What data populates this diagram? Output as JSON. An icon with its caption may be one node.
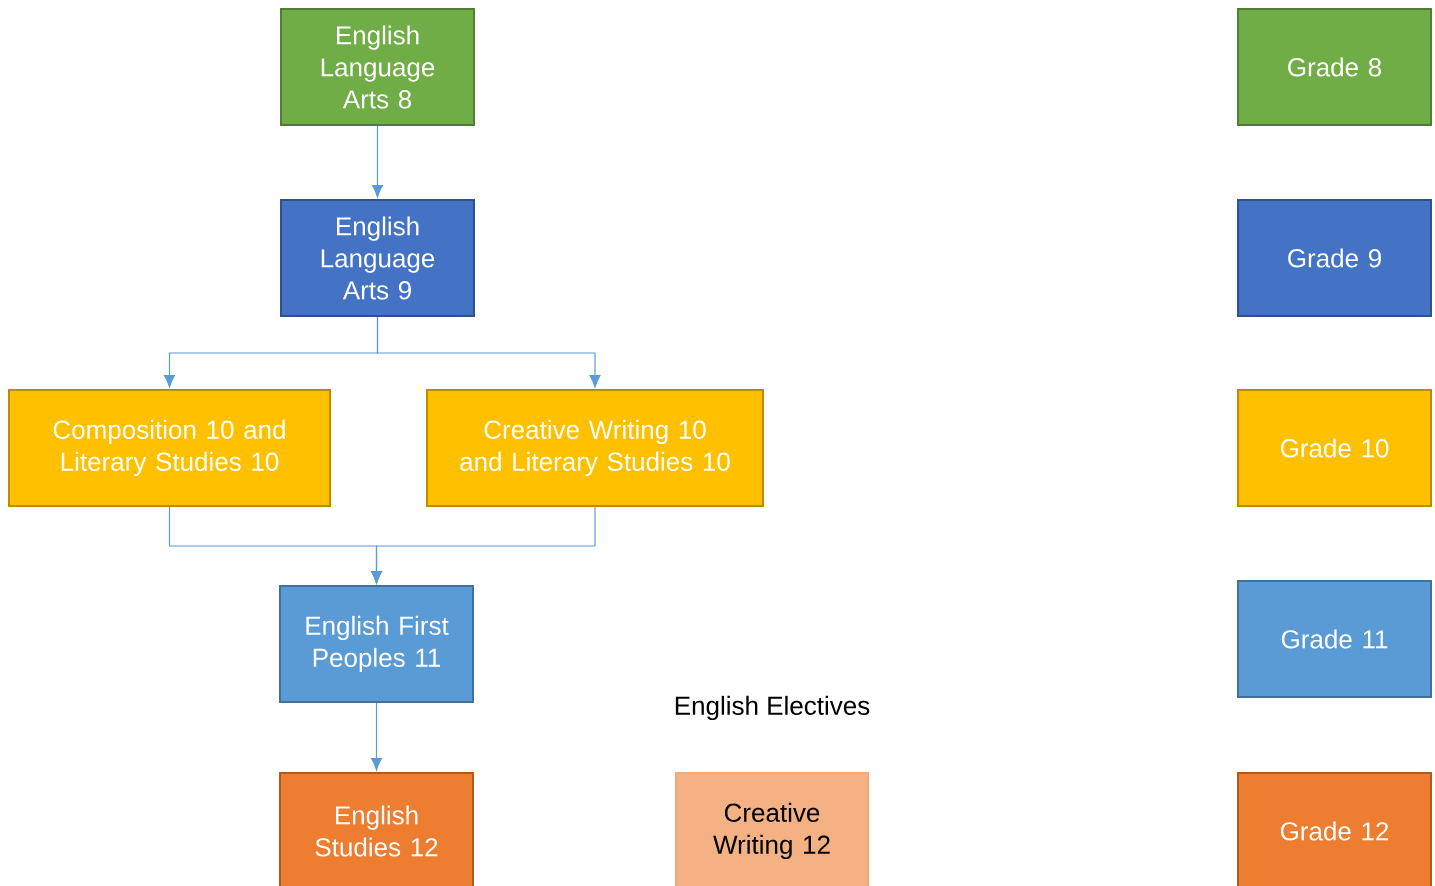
{
  "diagram": {
    "nodes": [
      {
        "text": [
          "English Language Arts 8"
        ]
      },
      {
        "text": [
          "English Language Arts 9"
        ]
      },
      {
        "text": [
          "Composition 10 and Literary Studies 10"
        ]
      },
      {
        "text": [
          "Creative Writing 10 and Literary Studies 10"
        ]
      },
      {
        "text": [
          "English First Peoples 11"
        ]
      },
      {
        "text": [
          "English Studies 12"
        ]
      },
      {
        "text": [
          "Creative Writing 12"
        ]
      },
      {
        "text": [
          "Grade 8"
        ]
      },
      {
        "text": [
          "Grade 9"
        ]
      },
      {
        "text": [
          "Grade 10"
        ]
      },
      {
        "text": [
          "Grade 11"
        ]
      },
      {
        "text": [
          "Grade 12"
        ]
      }
    ],
    "edges": [
      {
        "from": 0,
        "to": 1,
        "arrow": "to"
      },
      {
        "from": 1,
        "to": 2,
        "arrow": "to"
      },
      {
        "from": 1,
        "to": 3,
        "arrow": "to"
      },
      {
        "from": 2,
        "to": 4,
        "arrow": "to"
      },
      {
        "from": 3,
        "to": 4,
        "arrow": "to"
      },
      {
        "from": 4,
        "to": 5,
        "arrow": "to"
      }
    ],
    "labels": [
      "English Electives"
    ]
  }
}
